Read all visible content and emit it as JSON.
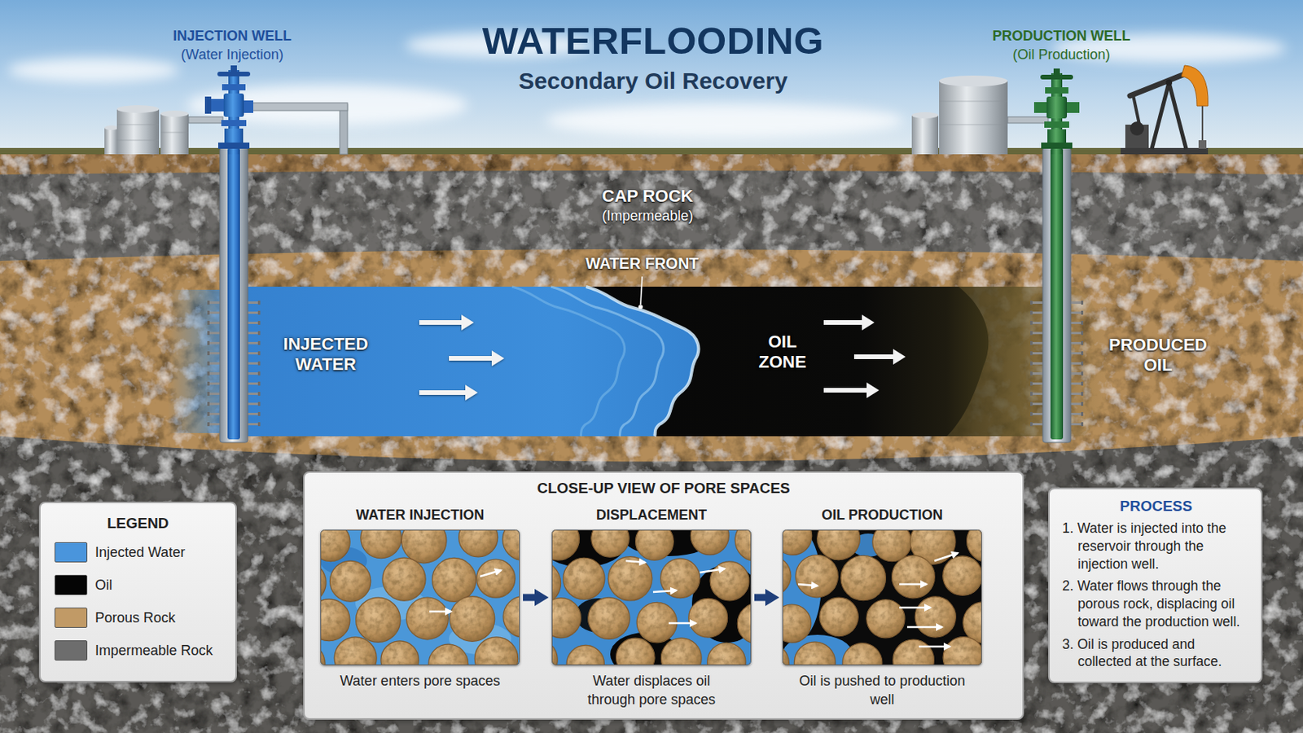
{
  "diagram": {
    "title": "WATERFLOODING",
    "nodes": [
      {
        "text": [
          "CLOSE-UP VIEW OF PORE SPACES"
        ]
      },
      {
        "text": [
          "WATER INJECTION",
          "Water enters pore spaces"
        ],
        "in": 0
      },
      {
        "text": [
          "DISPLACEMENT",
          "Water displaces oil through pore spaces"
        ],
        "in": 0
      },
      {
        "text": [
          "OIL PRODUCTION",
          "Oil is pushed to production well"
        ],
        "in": 0
      },
      {
        "text": [
          "PROCESS",
          "1. Water is injected into the reservoir through the injection well.",
          "2. Water flows through the porous rock, displacing oil toward the production well.",
          "3. Oil is produced and collected at the surface."
        ]
      }
    ],
    "edges": [
      {
        "from": 1,
        "to": 2,
        "arrow": "to"
      },
      {
        "from": 2,
        "to": 3,
        "arrow": "to"
      }
    ],
    "labels": [
      "Secondary Oil Recovery",
      "INJECTION WELL",
      "(Water Injection)",
      "PRODUCTION WELL",
      "(Oil Production)",
      "CAP ROCK",
      "(Impermeable)",
      "WATER FRONT",
      "INJECTED WATER",
      "OIL ZONE",
      "PRODUCED OIL",
      "LEGEND"
    ],
    "legend": [
      {
        "text": "Injected Water",
        "color": "#4a95dc"
      },
      {
        "text": "Oil",
        "color": "#050505"
      },
      {
        "text": "Porous Rock",
        "color": "#c19a66"
      },
      {
        "text": "Impermeable Rock",
        "color": "#6d6d6d"
      }
    ]
  }
}
